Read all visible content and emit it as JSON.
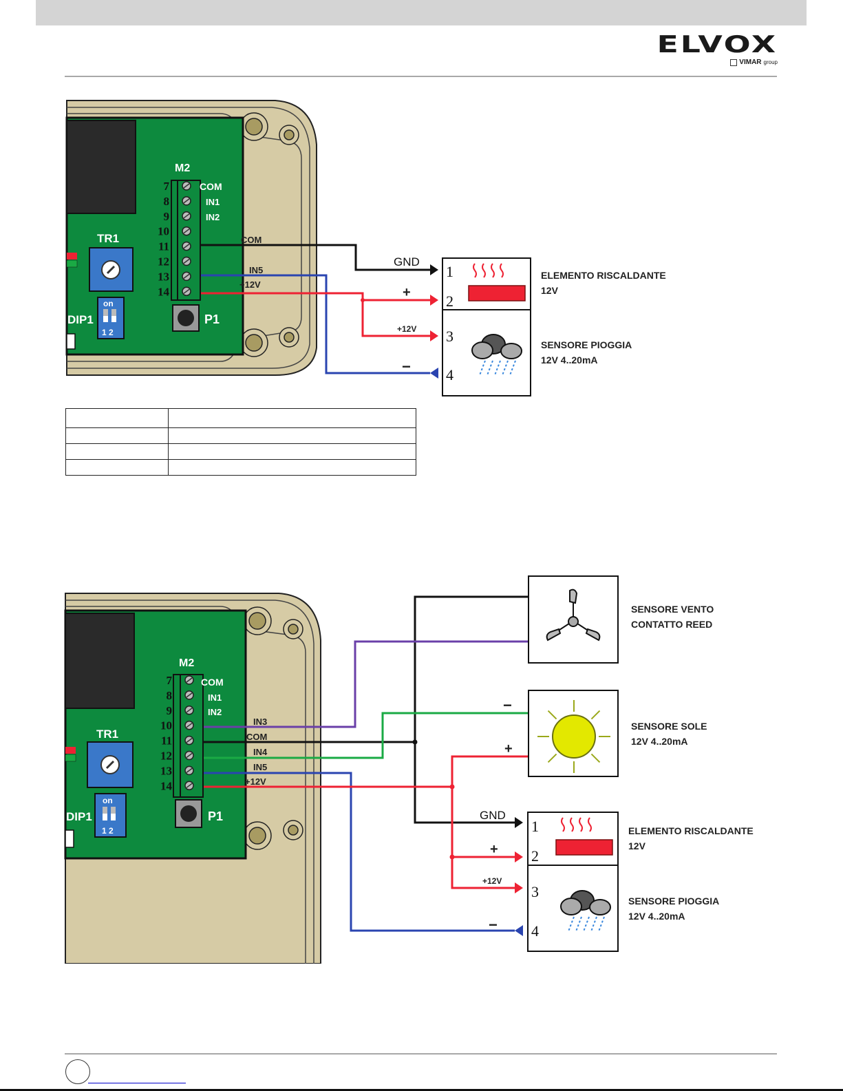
{
  "brand": {
    "name": "ELVOX",
    "subtitle": "VIMAR",
    "subtitle_suffix": "group"
  },
  "colors": {
    "pcb_green": "#0d8a3e",
    "enclosure": "#d6cba5",
    "wire_black": "#111111",
    "wire_red": "#ee2233",
    "wire_blue": "#2a44b0",
    "wire_green": "#1aaa44",
    "wire_purple": "#6a3fa8",
    "sun_yellow": "#e3e800",
    "heater_red": "#ee2233"
  },
  "board": {
    "connector": "M2",
    "terminals": [
      "7",
      "8",
      "9",
      "10",
      "11",
      "12",
      "13",
      "14"
    ],
    "terminal_labels": [
      "COM",
      "IN1",
      "IN2"
    ],
    "trimmer": "TR1",
    "dip_switch": "DIP1",
    "dip_on": "on",
    "dip_positions": "1 2",
    "button": "P1"
  },
  "diagram1": {
    "wire_labels": {
      "com": "COM",
      "in5": "IN5",
      "plus12v": "+12V"
    },
    "device_block": {
      "pins": [
        "1",
        "2",
        "3",
        "4"
      ],
      "pin_labels": {
        "gnd": "GND",
        "plus": "+",
        "plus12v": "+12V",
        "minus": "−"
      }
    },
    "heater": {
      "title": "ELEMENTO RISCALDANTE",
      "spec": "12V"
    },
    "rain_sensor": {
      "title": "SENSORE PIOGGIA",
      "spec": "12V 4..20mA"
    }
  },
  "table": {
    "rows": [
      [
        "",
        ""
      ],
      [
        "",
        ""
      ],
      [
        "",
        ""
      ],
      [
        "",
        ""
      ]
    ]
  },
  "diagram2": {
    "wire_labels": {
      "in3": "IN3",
      "com": "COM",
      "in4": "IN4",
      "in5": "IN5",
      "plus12v": "+12V"
    },
    "wind_sensor": {
      "title": "SENSORE VENTO",
      "spec": "CONTATTO REED"
    },
    "sun_sensor": {
      "title": "SENSORE SOLE",
      "spec": "12V 4..20mA",
      "minus": "−",
      "plus": "+"
    },
    "device_block": {
      "pins": [
        "1",
        "2",
        "3",
        "4"
      ],
      "pin_labels": {
        "gnd": "GND",
        "plus": "+",
        "plus12v": "+12V",
        "minus": "−"
      }
    },
    "heater": {
      "title": "ELEMENTO RISCALDANTE",
      "spec": "12V"
    },
    "rain_sensor": {
      "title": "SENSORE PIOGGIA",
      "spec": "12V 4..20mA"
    }
  },
  "footer": {
    "page_number": ""
  }
}
